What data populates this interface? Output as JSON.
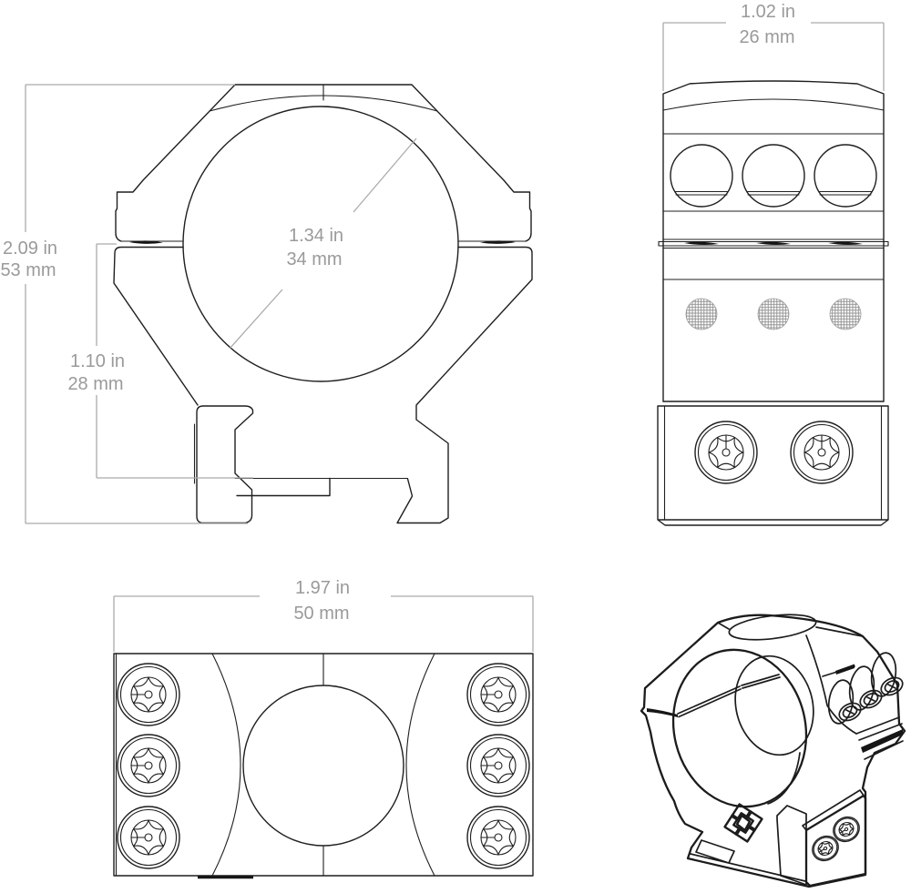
{
  "drawing": {
    "kind": "dimensioned technical drawing",
    "views": {
      "front": "front view",
      "side": "side view",
      "top": "top view",
      "perspective": "perspective view"
    }
  },
  "dimensions": {
    "overall_height": {
      "inches": "2.09 in",
      "metric": "53 mm"
    },
    "saddle_height": {
      "inches": "1.10 in",
      "metric": "28 mm"
    },
    "ring_diameter": {
      "inches": "1.34 in",
      "metric": "34 mm"
    },
    "ring_width": {
      "inches": "1.02 in",
      "metric": "26 mm"
    },
    "base_length": {
      "inches": "1.97 in",
      "metric": "50 mm"
    }
  },
  "colors": {
    "background": "#ffffff",
    "line": "#1f1f1f",
    "dimension_line": "#ababab",
    "dimension_text": "#9a9a9a"
  },
  "icons": {
    "brand_logo": "vortex-star-logo",
    "screw": "torx-screw-icon",
    "knurl": "knurled-thumb-dot-icon"
  }
}
